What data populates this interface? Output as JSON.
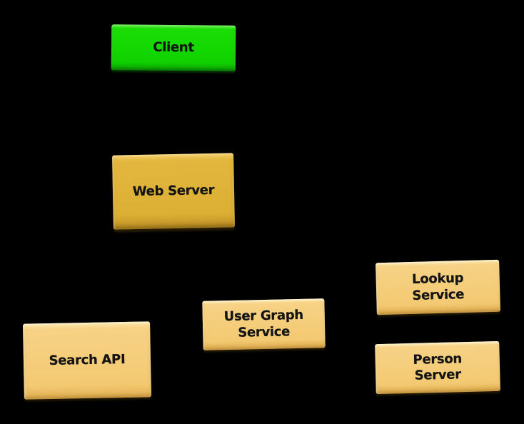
{
  "diagram": {
    "background_color": "#000000",
    "text_color": "#141414",
    "node_colors": {
      "client_green": "#13D800",
      "web_server_gold": "#DEB237",
      "service_tan": "#F5CD7A"
    },
    "nodes": [
      {
        "id": "client",
        "label": "Client",
        "variant": "green",
        "fill": "#13D800"
      },
      {
        "id": "web-server",
        "label": "Web Server",
        "variant": "gold",
        "fill": "#DEB237"
      },
      {
        "id": "lookup-service",
        "label": "Lookup\nService",
        "variant": "tan",
        "fill": "#F5CD7A"
      },
      {
        "id": "user-graph-service",
        "label": "User Graph\nService",
        "variant": "tan",
        "fill": "#F5CD7A"
      },
      {
        "id": "person-server",
        "label": "Person\nServer",
        "variant": "tan",
        "fill": "#F5CD7A"
      },
      {
        "id": "search-api",
        "label": "Search API",
        "variant": "tan",
        "fill": "#F5CD7A"
      }
    ]
  }
}
